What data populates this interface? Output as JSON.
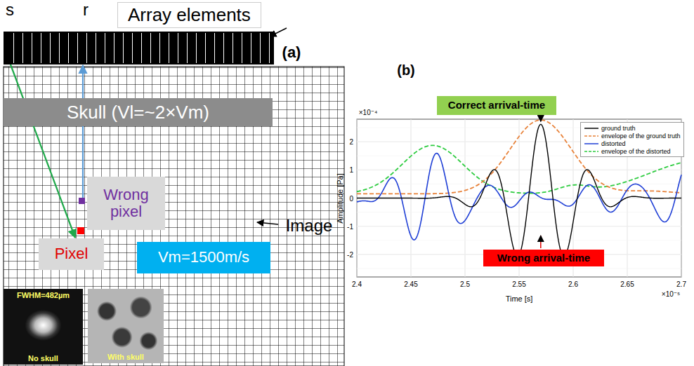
{
  "diagram": {
    "nodes": [
      {
        "text": [
          "Array elements"
        ]
      },
      {
        "text": [
          "Skull (Vl=~2×Vm)"
        ]
      },
      {
        "text": [
          "Wrong pixel"
        ]
      },
      {
        "text": [
          "Pixel"
        ]
      },
      {
        "text": [
          "Vm=1500m/s"
        ]
      },
      {
        "text": [
          "FWHM=482µm",
          "No skull"
        ]
      },
      {
        "text": [
          "With skull"
        ]
      },
      {
        "text": [
          "Correct arrival-time"
        ]
      },
      {
        "text": [
          "Wrong arrival-time"
        ]
      }
    ],
    "edges": [
      {
        "from": 0,
        "to": 3,
        "arrow": "to"
      },
      {
        "from": 2,
        "to": 0,
        "arrow": "to"
      }
    ],
    "labels": [
      "s",
      "r",
      "(a)",
      "Image",
      "(b)",
      "×10⁻⁴",
      "2",
      "1",
      "0",
      "-1",
      "-2",
      "2.4",
      "2.45",
      "2.5",
      "2.55",
      "2.6",
      "2.65",
      "2.7",
      "×10⁻⁵",
      "Time [s]",
      "Amplitude [Pa]"
    ],
    "legend": [
      {
        "text": "ground truth"
      },
      {
        "text": "envelope of the ground truth"
      },
      {
        "text": "distorted"
      },
      {
        "text": "envelope of the distorted"
      }
    ]
  }
}
